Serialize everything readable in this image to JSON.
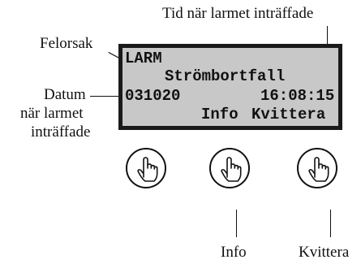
{
  "callouts": {
    "time_label": "Tid när larmet inträffade",
    "cause_label": "Felorsak",
    "date_label_line1": "Datum",
    "date_label_line2": "när larmet",
    "date_label_line3": "inträffade",
    "info_label": "Info",
    "ack_label": "Kvittera"
  },
  "display": {
    "line1": "LARM",
    "line2": "Strömbortfall",
    "date": "031020",
    "time": "16:08:15",
    "softkey_info": "Info",
    "softkey_ack": "Kvittera"
  },
  "icons": {
    "button_icon": "pointing-hand-icon"
  },
  "colors": {
    "display_background": "#c8c8c8",
    "display_border": "#1a1a1a",
    "ink": "#111111"
  }
}
